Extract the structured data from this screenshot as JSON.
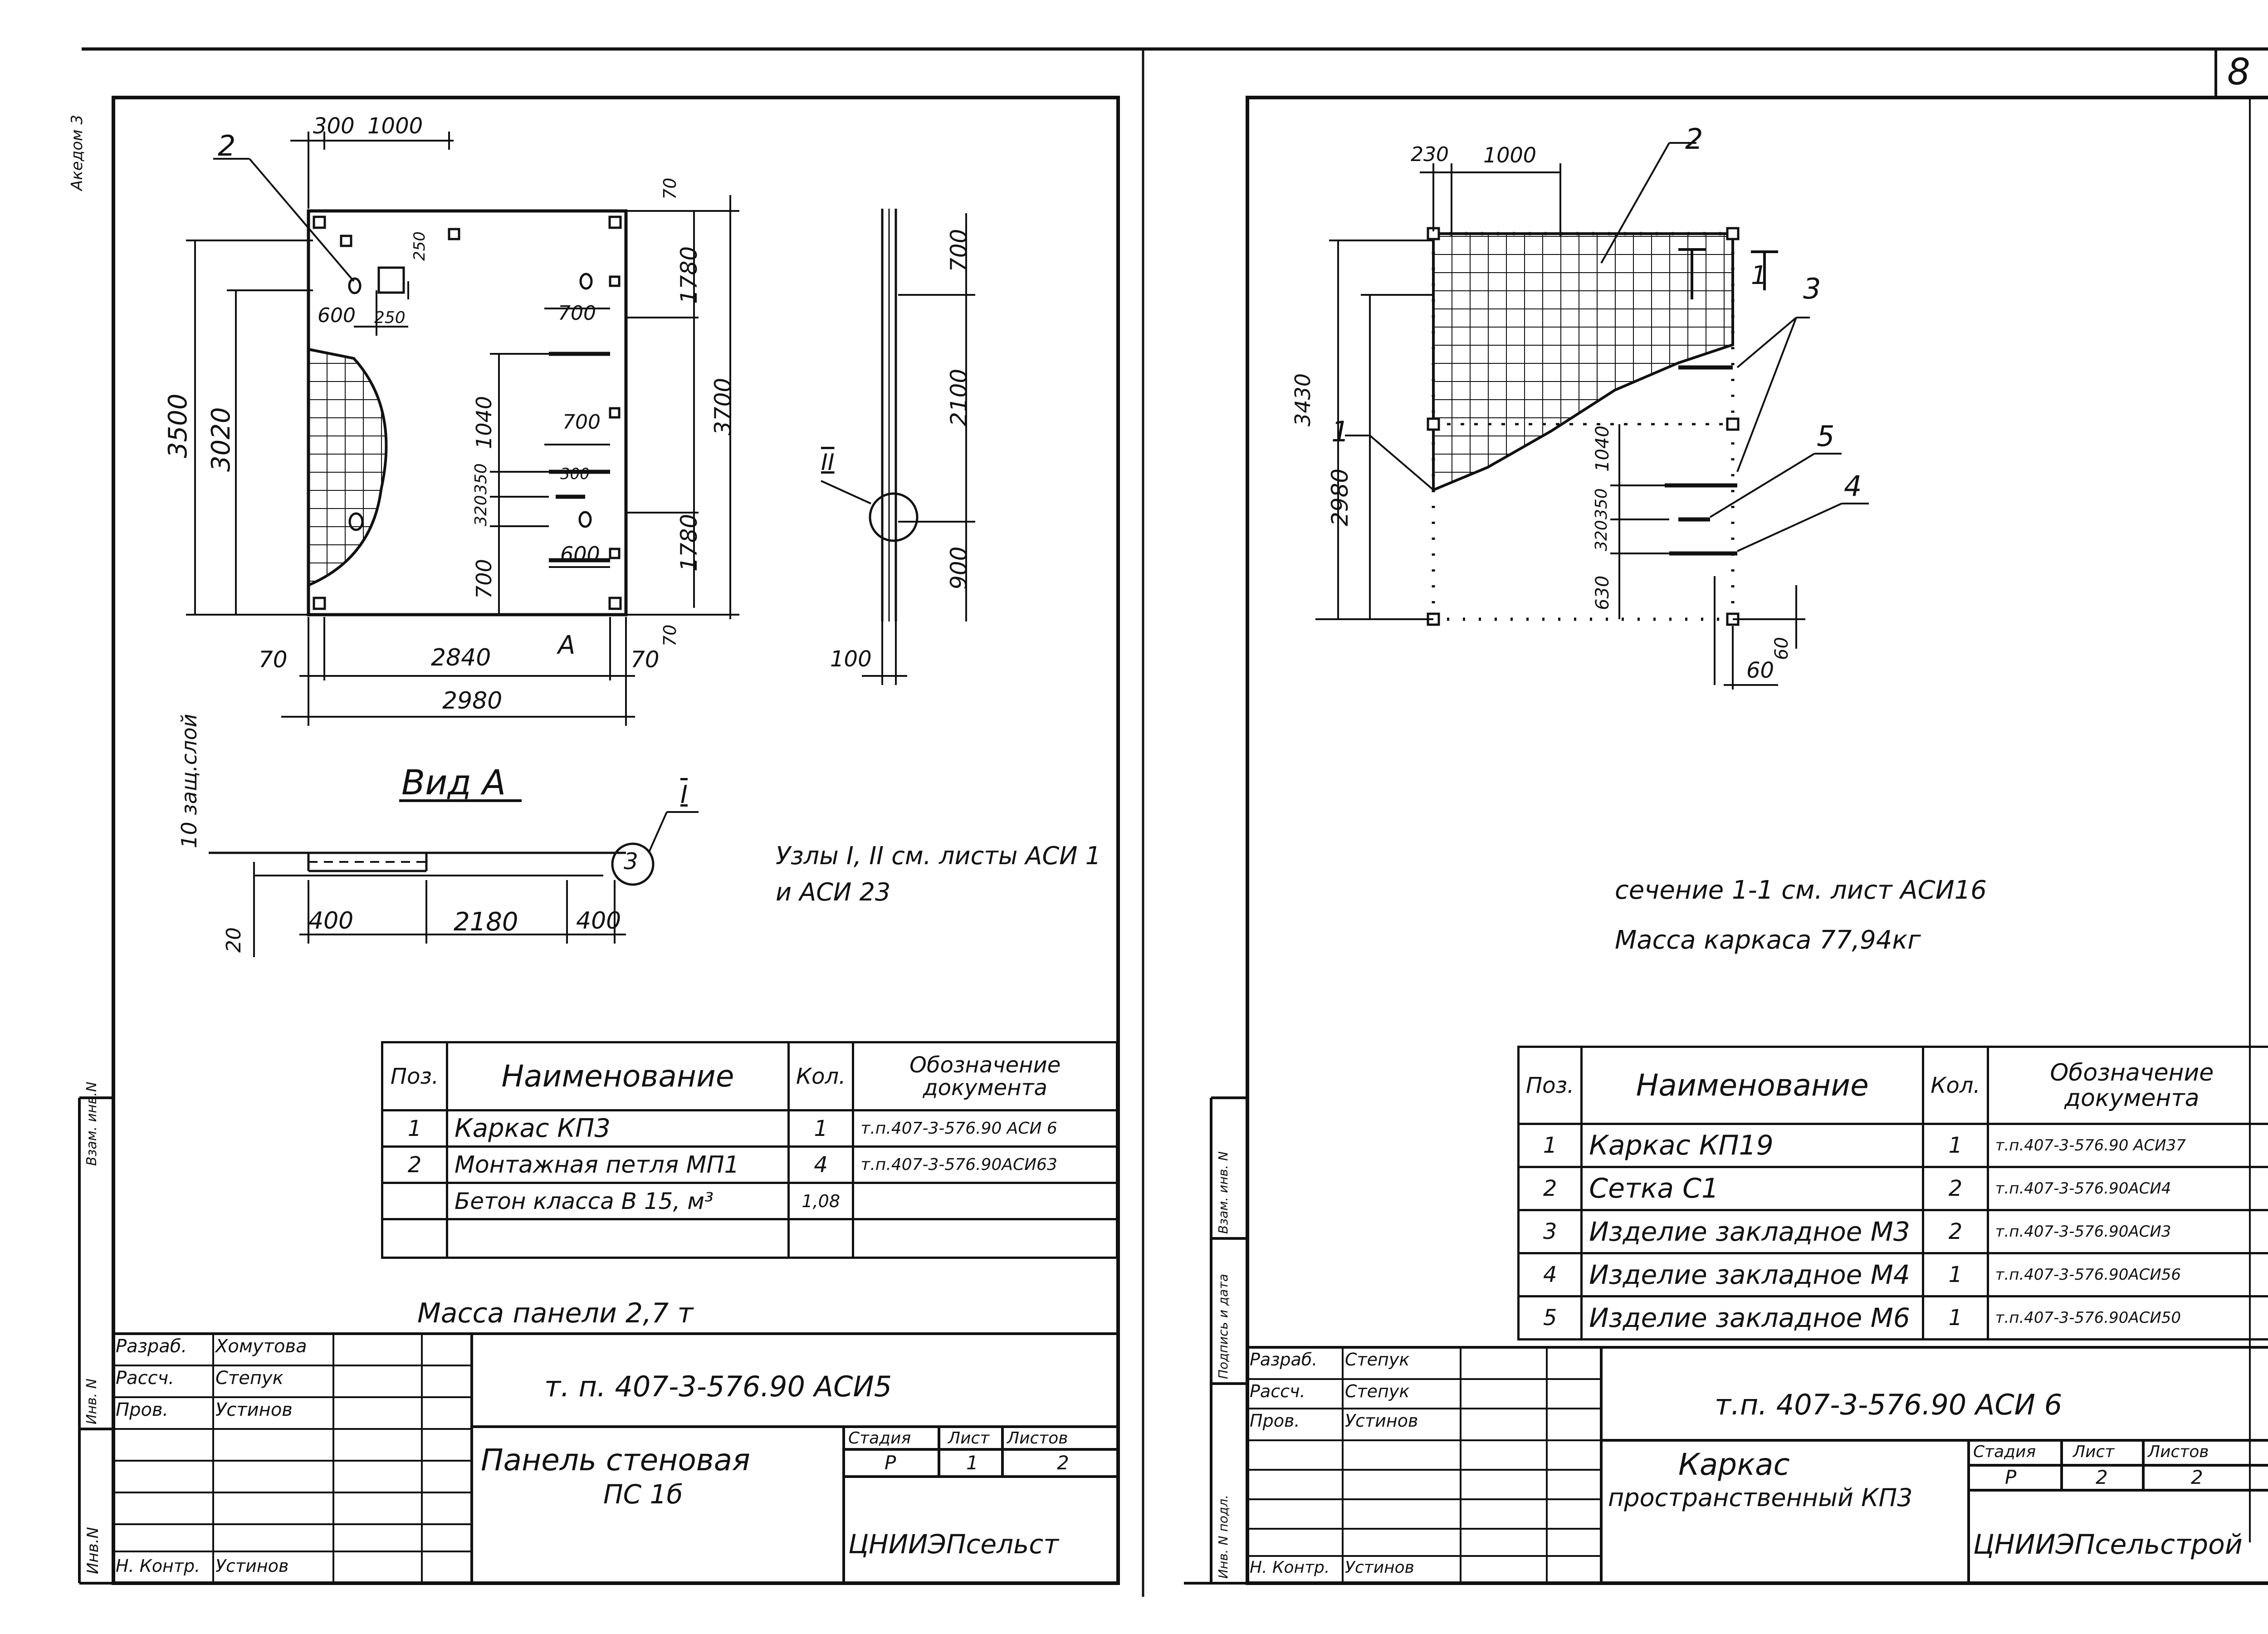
{
  "page": {
    "sheet_number": "8",
    "left_side_note": "Акедом 3"
  },
  "left_sheet": {
    "dims": {
      "top_a": "300",
      "top_b": "1000",
      "r70_top": "70",
      "r1780_a": "1780",
      "r3700": "3700",
      "r1780_b": "1780",
      "r70_bot": "70",
      "l3500": "3500",
      "l3020": "3020",
      "d600": "600",
      "d250_a": "250",
      "d250_b": "250",
      "d700_a": "700",
      "d700_b": "700",
      "d1040": "1040",
      "d320": "320",
      "d350": "350",
      "d300": "300",
      "d700_v": "700",
      "d600_b": "600",
      "b70_l": "70",
      "b2840": "2840",
      "b70_r": "70",
      "b2980": "2980",
      "arrow_a": "А",
      "side_700": "700",
      "side_2100": "2100",
      "side_900": "900",
      "side_100": "100",
      "va_10": "10 защ.слой",
      "va_20": "20",
      "va_400_a": "400",
      "va_2180": "2180",
      "va_400_b": "400"
    },
    "callouts": {
      "pos2": "2",
      "node_II": "II",
      "node_I": "I"
    },
    "view_title": "Вид А",
    "nodes_note_1": "Узлы I, II см. листы АСИ 1",
    "nodes_note_2": "и АСИ 23",
    "spec": {
      "headers": [
        "Поз.",
        "Наименование",
        "Кол.",
        "Обозначение документа"
      ],
      "rows": [
        [
          "1",
          "Каркас КП3",
          "1",
          "т.п.407-3-576.90 АСИ 6"
        ],
        [
          "2",
          "Монтажная петля МП1",
          "4",
          "т.п.407-3-576.90АСИ63"
        ],
        [
          "",
          "Бетон класса  В 15, м³",
          "1,08",
          ""
        ],
        [
          "",
          "",
          "",
          ""
        ]
      ]
    },
    "mass_note": "Масса панели 2,7 т",
    "title_block": {
      "roles": [
        "Разраб.",
        "Рассч.",
        "Пров.",
        "",
        "",
        "",
        "Н. Контр."
      ],
      "names": [
        "Хомутова",
        "Степук",
        "Устинов",
        "",
        "",
        "",
        "Устинов"
      ],
      "code": "т. п. 407-3-576.90 АСИ5",
      "name_1": "Панель стеновая",
      "name_2": "ПС 1б",
      "stage_h": "Стадия",
      "sheet_h": "Лист",
      "sheets_h": "Листов",
      "stage": "Р",
      "sheet": "1",
      "sheets": "2",
      "org": "ЦНИИЭПсельст",
      "side_labels": [
        "Инв.N",
        "Взам. инв.N",
        "Инв. N"
      ]
    }
  },
  "right_sheet": {
    "dims": {
      "top_230": "230",
      "top_1000": "1000",
      "l3430": "3430",
      "l2980": "2980",
      "r1040": "1040",
      "r320": "320",
      "r350": "350",
      "r630": "630",
      "b60_v": "60",
      "b60_h": "60"
    },
    "callouts": {
      "c1": "1",
      "c2": "2",
      "c3": "3",
      "c4": "4",
      "c5": "5",
      "section_mark": "1"
    },
    "section_note": "сечение 1-1 см. лист АСИ16",
    "mass_note": "Масса каркаса 77,94кг",
    "spec": {
      "headers": [
        "Поз.",
        "Наименование",
        "Кол.",
        "Обозначение документа"
      ],
      "rows": [
        [
          "1",
          "Каркас  КП19",
          "1",
          "т.п.407-3-576.90 АСИ37"
        ],
        [
          "2",
          "Сетка С1",
          "2",
          "т.п.407-3-576.90АСИ4"
        ],
        [
          "3",
          "Изделие закладное М3",
          "2",
          "т.п.407-3-576.90АСИ3"
        ],
        [
          "4",
          "Изделие закладное М4",
          "1",
          "т.п.407-3-576.90АСИ56"
        ],
        [
          "5",
          "Изделие закладное М6",
          "1",
          "т.п.407-3-576.90АСИ50"
        ]
      ]
    },
    "title_block": {
      "roles": [
        "Разраб.",
        "Рассч.",
        "Пров.",
        "",
        "",
        "",
        "Н. Контр."
      ],
      "names": [
        "Степук",
        "Степук",
        "Устинов",
        "",
        "",
        "",
        "Устинов"
      ],
      "code": "т.п. 407-3-576.90 АСИ 6",
      "name_1": "Каркас",
      "name_2": "пространственный КП3",
      "stage_h": "Стадия",
      "sheet_h": "Лист",
      "sheets_h": "Листов",
      "stage": "Р",
      "sheet": "2",
      "sheets": "2",
      "org": "ЦНИИЭПсельстрой",
      "side_labels": [
        "Инв. N подл.",
        "Подпись и дата",
        "Взам. инв. N"
      ]
    }
  }
}
